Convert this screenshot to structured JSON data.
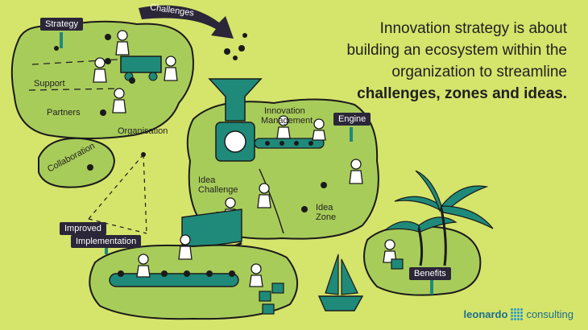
{
  "headline": {
    "lines": [
      "Innovation strategy is about",
      "building an ecosystem within the",
      "organization to streamline"
    ],
    "bold_line": "challenges, zones and ideas."
  },
  "signs": {
    "strategy": "Strategy",
    "engine": "Engine",
    "improved": "Improved",
    "implementation": "Implementation",
    "benefits": "Benefits"
  },
  "labels": {
    "challenges": "Challenges",
    "support": "Support",
    "partners": "Partners",
    "organisation": "Organisation",
    "collaboration": "Collaboration",
    "innovation": "Innovation",
    "management": "Management",
    "idea_challenge_1": "Idea",
    "idea_challenge_2": "Challenge",
    "idea_zone_1": "Idea",
    "idea_zone_2": "Zone"
  },
  "logo": {
    "word1": "leonardo",
    "word2": "consulting"
  },
  "colors": {
    "background": "#d5e46b",
    "island": "#a8cc5a",
    "outline": "#1a1a1a",
    "sign": "#2b2638",
    "palm": "#1f8a7a",
    "logo": "#1c6e8c"
  }
}
